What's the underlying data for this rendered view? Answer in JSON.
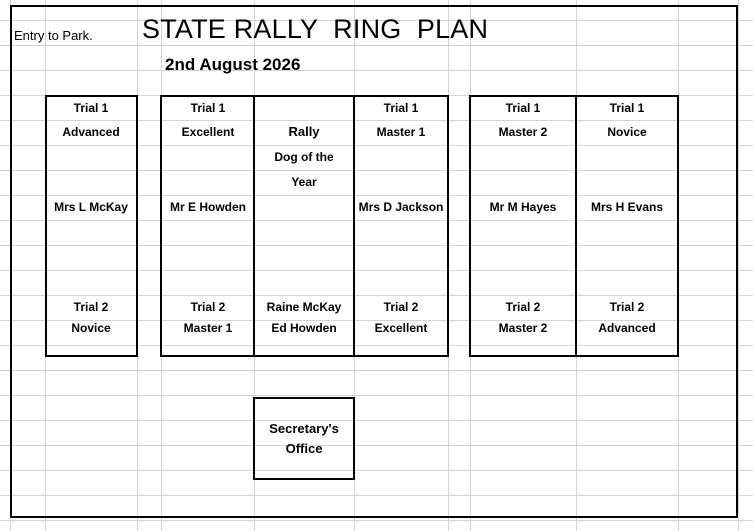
{
  "header": {
    "entry_note": "Entry to Park.",
    "title": "STATE RALLY  RING  PLAN",
    "date": "2nd August 2026"
  },
  "rings": [
    {
      "top_lines": [
        "Trial 1",
        "Advanced"
      ],
      "judge": "Mrs L McKay",
      "bottom_lines": [
        "Trial 2",
        "Novice"
      ]
    },
    {
      "top_lines": [
        "Trial 1",
        "Excellent"
      ],
      "judge": "Mr E Howden",
      "bottom_lines": [
        "Trial 2",
        "Master 1"
      ]
    },
    {
      "top_lines": [
        "Rally",
        "Dog of the",
        "Year"
      ],
      "judge": "",
      "bottom_lines": [
        "Raine McKay",
        "Ed Howden"
      ]
    },
    {
      "top_lines": [
        "Trial 1",
        "Master 1"
      ],
      "judge": "Mrs D Jackson",
      "bottom_lines": [
        "Trial 2",
        "Excellent"
      ]
    },
    {
      "top_lines": [
        "Trial 1",
        "Master 2"
      ],
      "judge": "Mr M Hayes",
      "bottom_lines": [
        "Trial 2",
        "Master 2"
      ]
    },
    {
      "top_lines": [
        "Trial 1",
        "Novice"
      ],
      "judge": "Mrs H Evans",
      "bottom_lines": [
        "Trial 2",
        "Advanced"
      ]
    }
  ],
  "office": {
    "line1": "Secretary's",
    "line2": "Office"
  }
}
